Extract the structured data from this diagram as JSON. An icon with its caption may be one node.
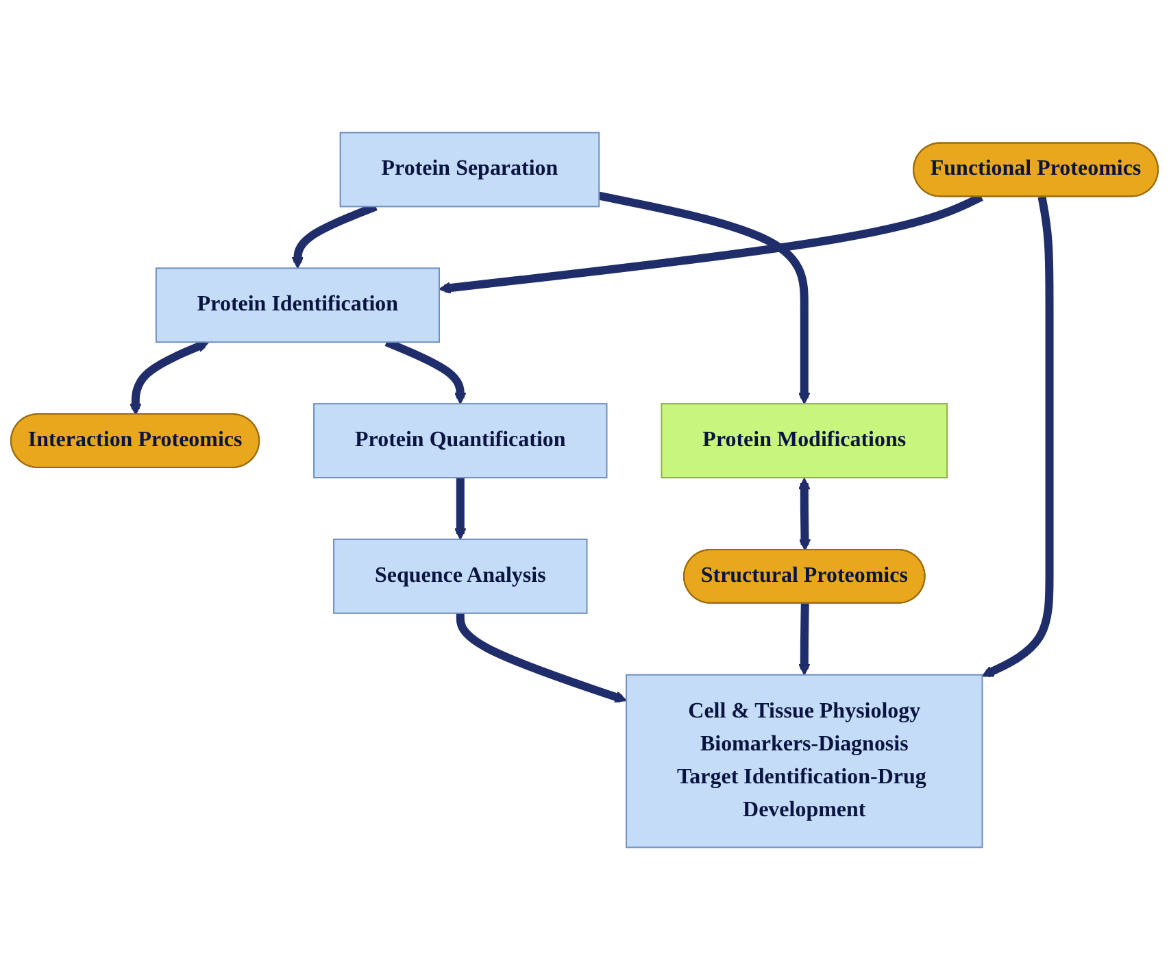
{
  "diagram": {
    "nodes": [
      {
        "text": [
          "Protein Separation"
        ]
      },
      {
        "text": [
          "Interaction Proteomics"
        ]
      },
      {
        "text": [
          "Protein Identification"
        ]
      },
      {
        "text": [
          "Protein Modifications"
        ]
      },
      {
        "text": [
          "Protein Quantification"
        ]
      },
      {
        "text": [
          "Structural Proteomics"
        ]
      },
      {
        "text": [
          "Sequence Analysis"
        ]
      },
      {
        "text": [
          "Functional Proteomics"
        ]
      },
      {
        "text": [
          "Cell & Tissue Physiology",
          "Biomarkers-Diagnosis",
          "Target Identification-Drug Development"
        ]
      }
    ],
    "edges": [
      {
        "from": 0,
        "to": 2,
        "arrow": "to"
      },
      {
        "from": 0,
        "to": 3,
        "arrow": "to"
      },
      {
        "from": 2,
        "to": 1,
        "arrow": "both"
      },
      {
        "from": 2,
        "to": 4,
        "arrow": "to"
      },
      {
        "from": 3,
        "to": 5,
        "arrow": "both"
      },
      {
        "from": 4,
        "to": 6,
        "arrow": "to"
      },
      {
        "from": 7,
        "to": 2,
        "arrow": "to"
      },
      {
        "from": 5,
        "to": 8,
        "arrow": "to"
      },
      {
        "from": 6,
        "to": 8,
        "arrow": "to"
      },
      {
        "from": 7,
        "to": 8,
        "arrow": "to"
      }
    ]
  }
}
